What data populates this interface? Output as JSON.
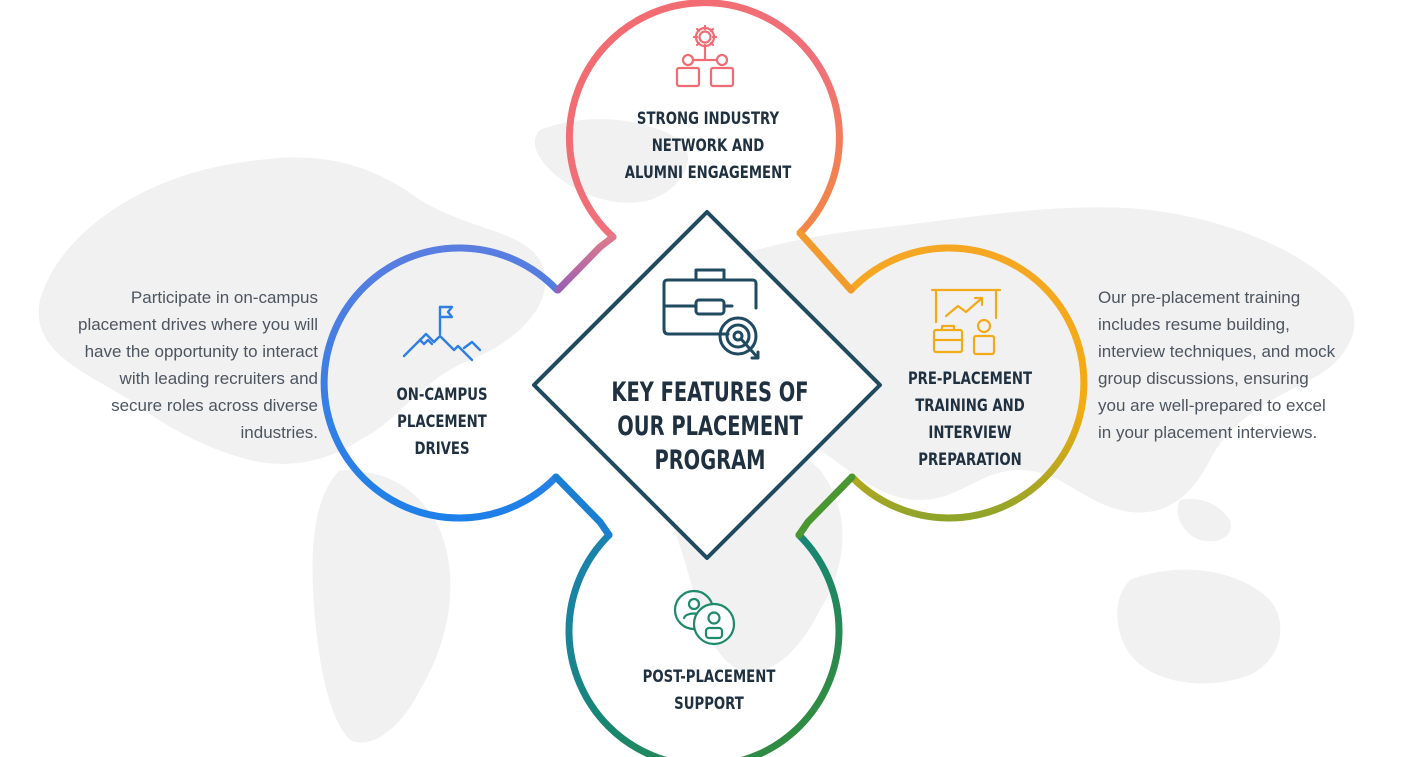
{
  "center": {
    "title": "KEY FEATURES OF\nOUR PLACEMENT\nPROGRAM"
  },
  "features": {
    "top": {
      "title": "STRONG INDUSTRY\nNETWORK AND\nALUMNI ENGAGEMENT",
      "icon": "network-gear-icon",
      "color": "#f06b73"
    },
    "left": {
      "title": "ON-CAMPUS\nPLACEMENT\nDRIVES",
      "icon": "mountain-flag-icon",
      "color": "#2f7ee6"
    },
    "right": {
      "title": "PRE-PLACEMENT\nTRAINING AND\nINTERVIEW\nPREPARATION",
      "icon": "presentation-board-icon",
      "color": "#f3aa19"
    },
    "bottom": {
      "title": "POST-PLACEMENT\nSUPPORT",
      "icon": "users-support-icon",
      "color": "#1d8a6a"
    }
  },
  "center_icon": "briefcase-target-icon",
  "descriptions": {
    "left": "Participate in on-campus\nplacement drives where you will\nhave the opportunity to interact\nwith leading recruiters and\nsecure roles across diverse\nindustries.",
    "right": "Our pre-placement training\nincludes resume building,\ninterview techniques, and mock\ngroup discussions, ensuring\nyou are well-prepared to excel\nin your placement interviews."
  },
  "colors": {
    "center_diamond": "#1f4a60",
    "text_dark": "#1f3040",
    "text_body": "#4d5560",
    "map": "#f0f0f0"
  }
}
